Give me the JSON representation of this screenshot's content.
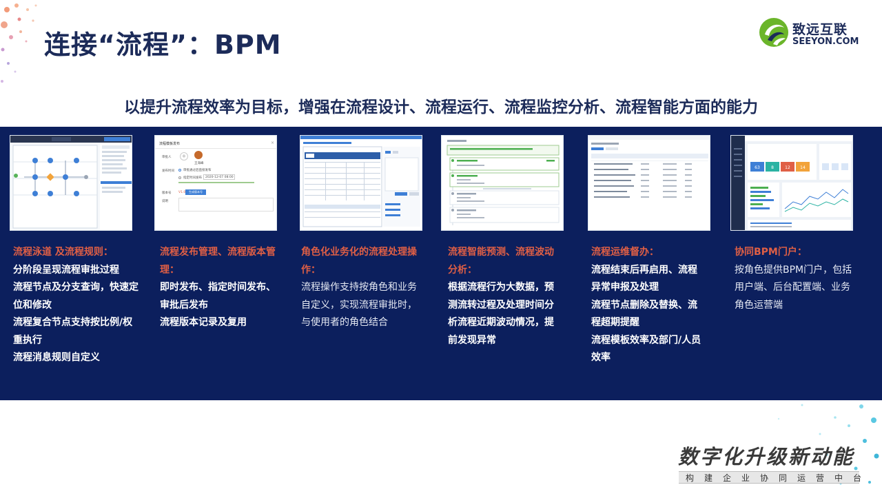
{
  "title": "连接“流程”：BPM",
  "logo": {
    "name_cn": "致远互联",
    "name_en": "SEEYON.COM"
  },
  "subtitle": "以提升流程效率为目标，增强在流程设计、流程运行、流程监控分析、流程智能方面的能力",
  "columns": [
    {
      "heading": "流程泳道 及流程规则：",
      "items": [
        "分阶段呈现流程审批过程",
        "流程节点及分支查询，快速定位和修改",
        "流程复合节点支持按比例/权重执行",
        "流程消息规则自定义"
      ]
    },
    {
      "heading": "流程发布管理、流程版本管理：",
      "items": [
        "即时发布、指定时间发布、审批后发布",
        "流程版本记录及复用"
      ]
    },
    {
      "heading": "角色化业务化的流程处理操作：",
      "items": [
        "流程操作支持按角色和业务自定义，实现流程审批时，与使用者的角色结合"
      ]
    },
    {
      "heading": "流程智能预测、流程波动分析：",
      "items": [
        "根据流程行为大数据，预测流转过程及处理时间分析流程近期波动情况，提前发现异常"
      ]
    },
    {
      "heading": "流程运维督办：",
      "items": [
        "流程结束后再启用、流程异常申报及处理",
        "流程节点删除及替换、流程超期提醒",
        "流程模板效率及部门/人员效率"
      ]
    },
    {
      "heading": "协同BPM门户：",
      "items": [
        "按角色提供BPM门户，包括用户端、后台配置端、业务角色运营端"
      ]
    }
  ],
  "screenshots": {
    "publish": {
      "dialog_title": "流程模板发布",
      "label_approver": "审批人",
      "approver_name": "王海峰",
      "label_publish_time": "发布时间",
      "option_after_approval": "审批通过后直接发布",
      "option_scheduled": "指定时间发布",
      "scheduled_time": "2020-12-07 08:00",
      "label_version": "版本号",
      "version_value": "V1.0",
      "version_button": "生成版本号",
      "label_remark": "说明"
    },
    "portal_kpis": [
      "63",
      "8",
      "12",
      "14"
    ]
  },
  "slogan": {
    "main": "数字化升级新动能",
    "sub": "构建企业协同运营中台"
  },
  "colors": {
    "navy": "#0c1f5d",
    "title": "#1c2b59",
    "heading_red": "#e05f45",
    "logo_green": "#6bb52a"
  }
}
